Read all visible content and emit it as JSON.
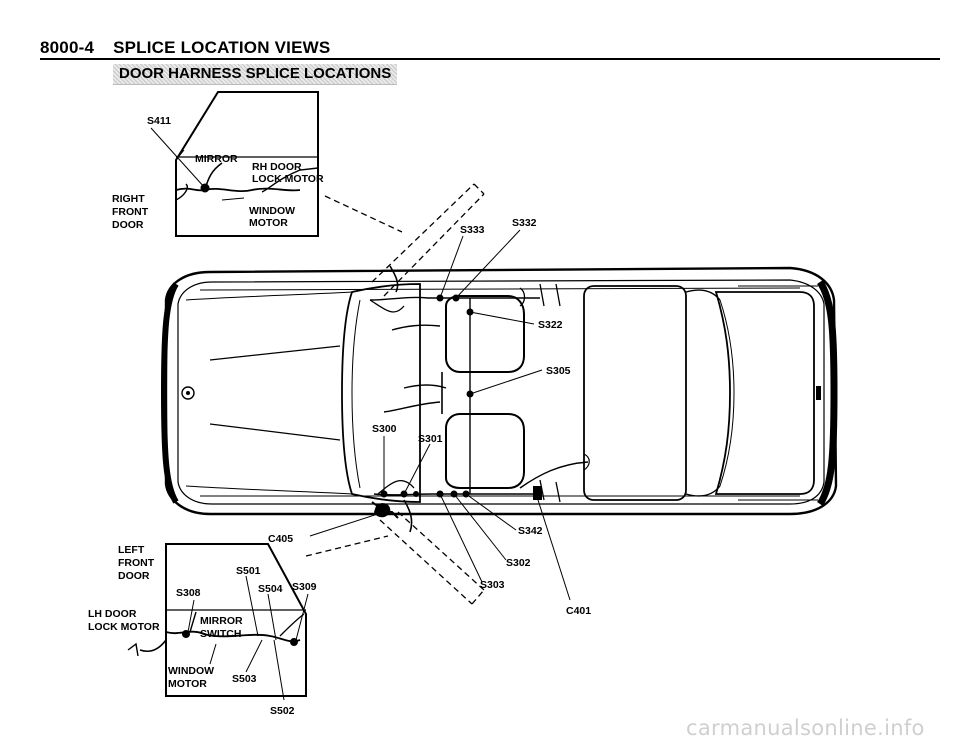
{
  "header": {
    "page_number": "8000-4",
    "title": "SPLICE LOCATION VIEWS",
    "section": "DOOR HARNESS SPLICE LOCATIONS"
  },
  "right_door_inset": {
    "door_label_lines": [
      "RIGHT",
      "FRONT",
      "DOOR"
    ],
    "splice": "S411",
    "mirror": "MIRROR",
    "lock_motor_lines": [
      "RH DOOR",
      "LOCK MOTOR"
    ],
    "window_motor_lines": [
      "WINDOW",
      "MOTOR"
    ]
  },
  "left_door_inset": {
    "door_label_lines": [
      "LEFT",
      "FRONT",
      "DOOR"
    ],
    "lock_motor_lines": [
      "LH DOOR",
      "LOCK MOTOR"
    ],
    "mirror_switch_lines": [
      "MIRROR",
      "SWITCH"
    ],
    "window_motor_lines": [
      "WINDOW",
      "MOTOR"
    ],
    "splices": {
      "s501": "S501",
      "s504": "S504",
      "s308": "S308",
      "s309": "S309",
      "s503": "S503",
      "s502": "S502"
    }
  },
  "vehicle_splices": {
    "s333": "S333",
    "s332": "S332",
    "s322": "S322",
    "s305": "S305",
    "s300": "S300",
    "s301": "S301",
    "s342": "S342",
    "s302": "S302",
    "s303": "S303",
    "c405": "C405",
    "c401": "C401"
  },
  "watermark": "carmanualsonline.info"
}
